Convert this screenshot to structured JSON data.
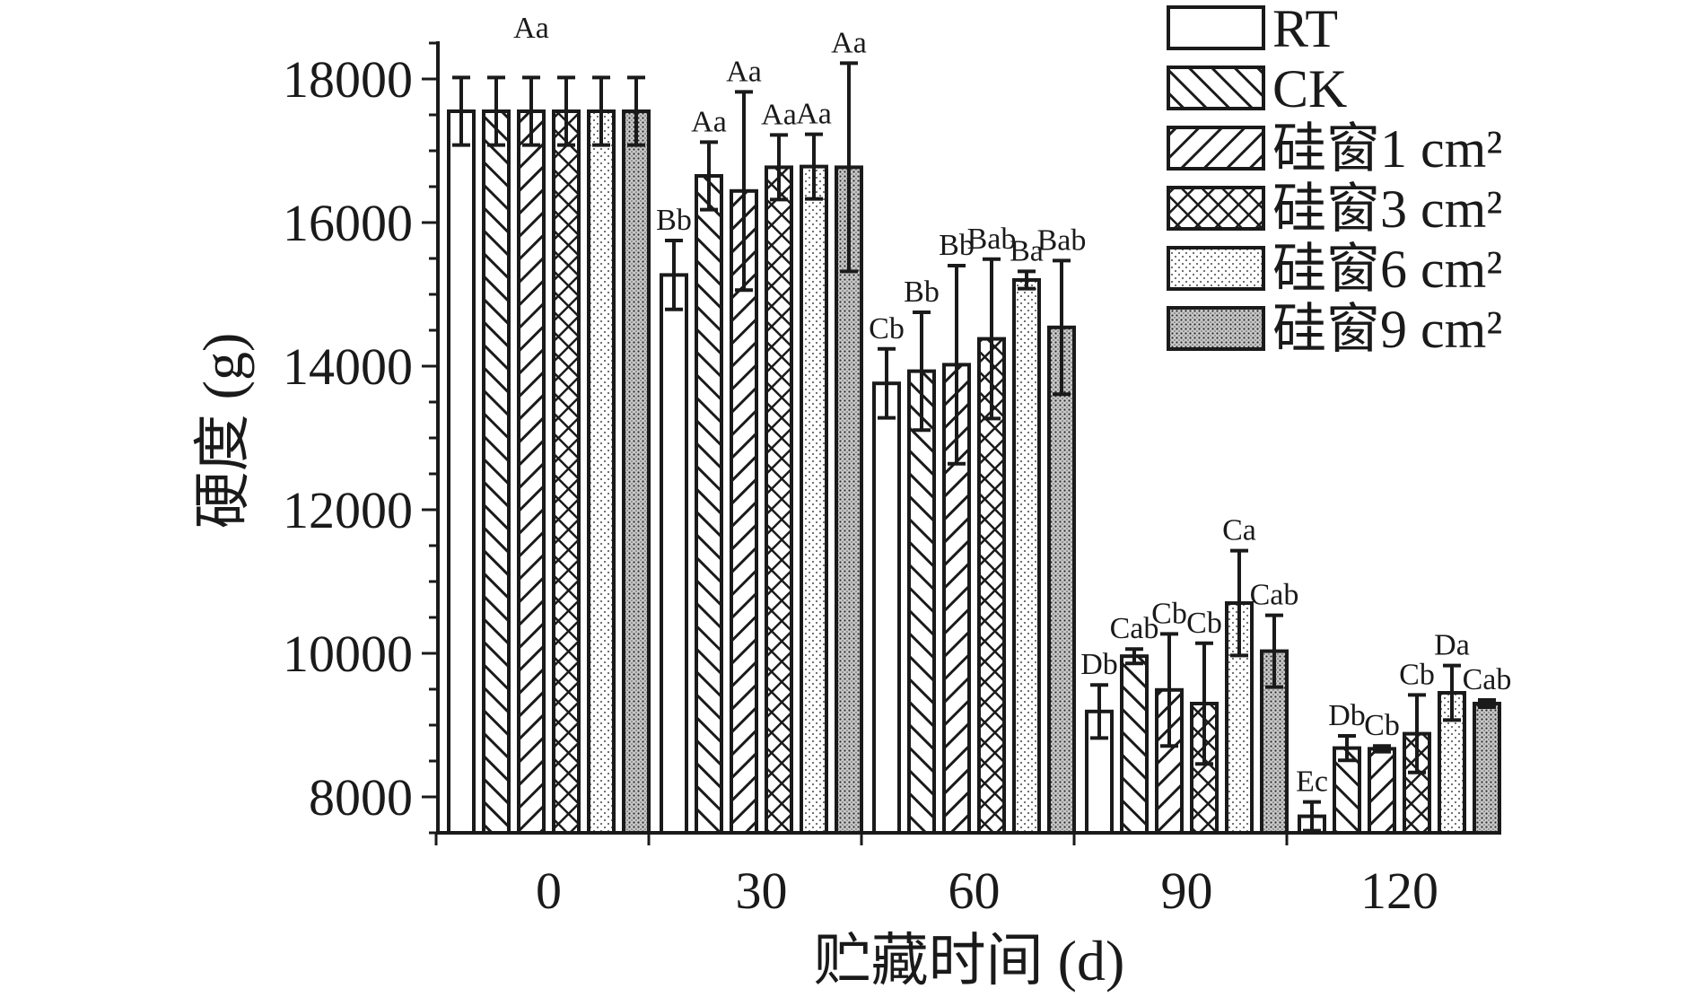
{
  "chart_data": {
    "type": "bar",
    "xlabel": "贮藏时间 (d)",
    "ylabel": "硬度 (g)",
    "ylim": [
      7500,
      19000
    ],
    "yticks": [
      8000,
      10000,
      12000,
      14000,
      16000,
      18000
    ],
    "categories": [
      "0",
      "30",
      "60",
      "90",
      "120"
    ],
    "legend_position": "top-right",
    "series": [
      {
        "name": "RT",
        "pattern": "blank",
        "values": [
          17550,
          15270,
          13760,
          9190,
          7730
        ],
        "errors": [
          470,
          480,
          480,
          370,
          200
        ],
        "labels": [
          "",
          "Bb",
          "Cb",
          "Db",
          "Ec"
        ]
      },
      {
        "name": "CK",
        "pattern": "diagonal",
        "values": [
          17550,
          16650,
          13930,
          9960,
          8680
        ],
        "errors": [
          470,
          470,
          820,
          100,
          170
        ],
        "labels": [
          "",
          "Aa",
          "Bb",
          "Cab",
          "Db"
        ]
      },
      {
        "name": "硅窗1 cm²",
        "pattern": "back-diagonal",
        "values": [
          17550,
          16440,
          14020,
          9490,
          8670
        ],
        "errors": [
          470,
          1380,
          1380,
          780,
          40
        ],
        "labels": [
          "Aa",
          "Aa",
          "Bb",
          "Cb",
          "Cb"
        ]
      },
      {
        "name": "硅窗3 cm²",
        "pattern": "crosshatch",
        "values": [
          17550,
          16770,
          14380,
          9300,
          8880
        ],
        "errors": [
          470,
          450,
          1110,
          840,
          540
        ],
        "labels": [
          "",
          "Aa",
          "Bab",
          "Cb",
          "Cb"
        ]
      },
      {
        "name": "硅窗6 cm²",
        "pattern": "light-dots",
        "values": [
          17550,
          16780,
          15200,
          10700,
          9450
        ],
        "errors": [
          470,
          450,
          120,
          730,
          380
        ],
        "labels": [
          "",
          "Aa",
          "Ba",
          "Ca",
          "Da"
        ]
      },
      {
        "name": "硅窗9 cm²",
        "pattern": "dense-dots",
        "values": [
          17550,
          16770,
          14540,
          10030,
          9300
        ],
        "errors": [
          470,
          1450,
          930,
          500,
          50
        ],
        "labels": [
          "",
          "Aa",
          "Bab",
          "Cab",
          "Cab"
        ]
      }
    ]
  }
}
